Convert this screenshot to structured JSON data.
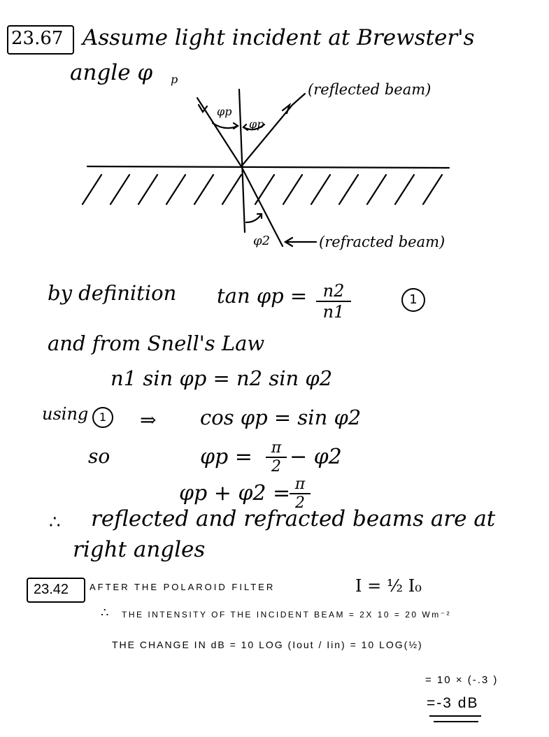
{
  "problem1": {
    "number": "23.67",
    "title_line1": "Assume light incident at Brewster's",
    "title_line2": "angle  φ",
    "title_sub": "p",
    "diagram": {
      "phi_p_left": "φp",
      "phi_p_right": "φp",
      "phi_2": "φ2",
      "reflected_label": "(reflected beam)",
      "refracted_label": "(refracted beam)"
    },
    "line_definition": "by definition",
    "tan_expr": "tan φp =",
    "frac_num": "n2",
    "frac_den": "n1",
    "eq_number": "1",
    "line_snell": "and from  Snell's Law",
    "snell_eq": "n1 sin φp =  n2 sin φ2",
    "using": "using",
    "using_ref": "1",
    "arrow": "⇒",
    "cos_eq": "cos φp  =  sin φ2",
    "so": "so",
    "phi_eq1_left": "φp =",
    "pi1": "π",
    "two1": "2",
    "phi_eq1_right": "− φ2",
    "phi_eq2_left": "φp + φ2 =",
    "pi2": "π",
    "two2": "2",
    "therefore": "∴",
    "conclusion1": "reflected  and  refracted  beams are  at",
    "conclusion2": "right   angles"
  },
  "problem2": {
    "number": "23.42",
    "line1": "AFTER THE POLAROID FILTER",
    "line1_eq": "I  =  ½ I₀",
    "line2_mark": "∴",
    "line2": "THE INTENSITY OF THE INCIDENT  BEAM = 2X 10 = 20 Wm⁻²",
    "line3": "THE CHANGE IN dB =  10 LOG (Iout / Iin) =  10 LOG(½)",
    "line4": "= 10 × (-.3 )",
    "answer": "=-3 dB"
  }
}
